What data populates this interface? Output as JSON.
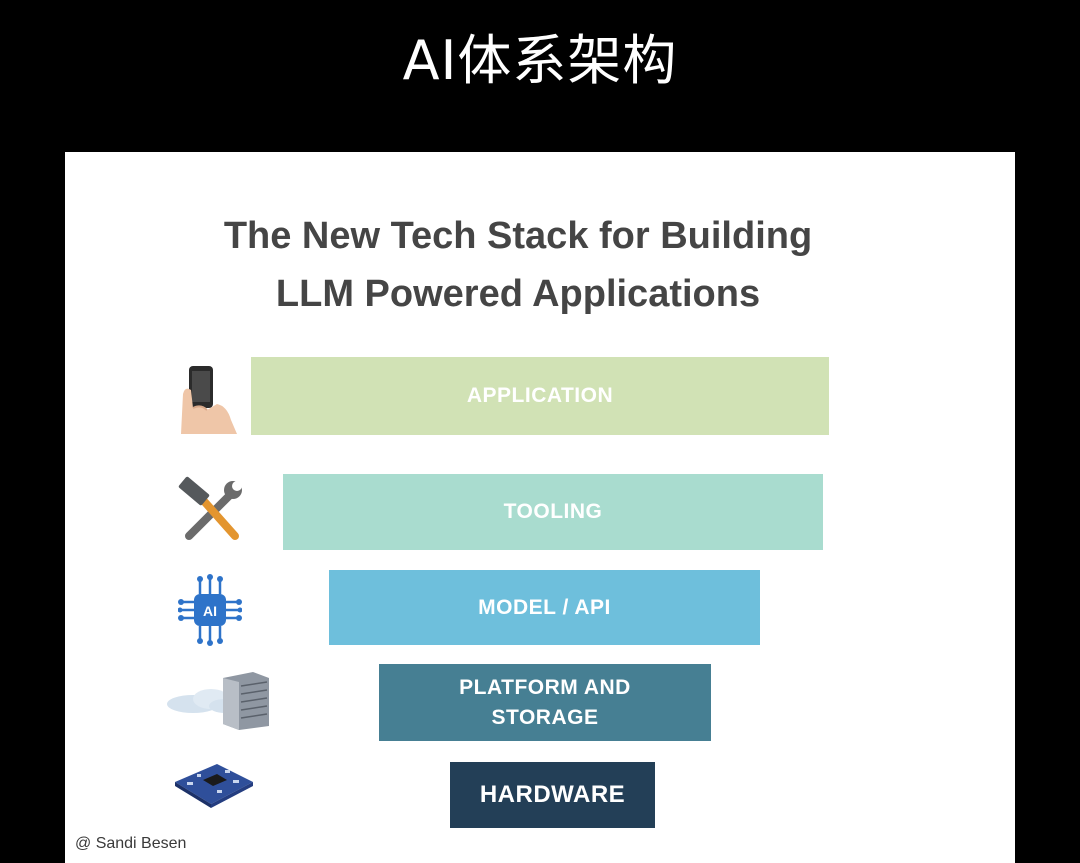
{
  "screen_title": "AI体系架构",
  "headline": {
    "line1": "The New Tech Stack for Building",
    "line2": "LLM Powered Applications"
  },
  "layers": [
    {
      "label": "APPLICATION",
      "color": "#D1E2B5",
      "icon": "hand-holding-phone-icon"
    },
    {
      "label": "TOOLING",
      "color": "#A9DCCF",
      "icon": "hammer-wrench-icon"
    },
    {
      "label": "MODEL / API",
      "color": "#6EBFDC",
      "icon": "ai-chip-icon"
    },
    {
      "label_line1": "PLATFORM AND",
      "label_line2": "STORAGE",
      "color": "#467F93",
      "icon": "cloud-server-icon"
    },
    {
      "label": "HARDWARE",
      "color": "#233F57",
      "icon": "circuit-board-icon"
    }
  ],
  "credit": "@ Sandi Besen",
  "colors": {
    "background": "#000000",
    "card": "#FFFFFF",
    "headline_text": "#454545"
  }
}
